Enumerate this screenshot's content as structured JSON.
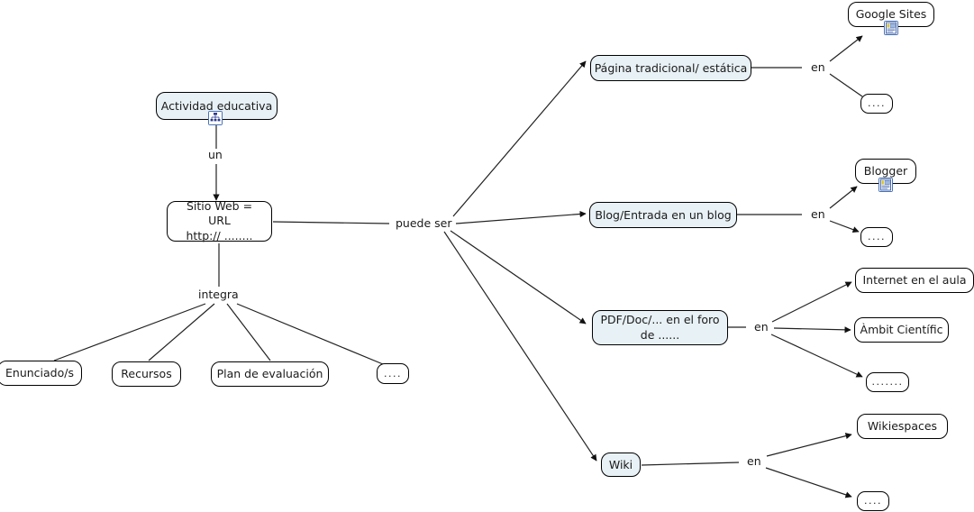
{
  "diagram": {
    "title": "Actividad educativa - Sitio Web concept map",
    "colors": {
      "node_fill_white": "#ffffff",
      "node_fill_blue": "#e8f1f5",
      "node_border": "#000000",
      "edge": "#1a1a1a",
      "icon_border": "#4a74b8",
      "background": "#ffffff"
    },
    "nodes": {
      "actividad_educativa": "Actividad educativa",
      "sitio_web": "Sitio Web = URL\nhttp:// ........",
      "sitio_web_line1": "Sitio Web = URL",
      "sitio_web_line2": "http:// ........",
      "enunciados": "Enunciado/s",
      "recursos": "Recursos",
      "plan_evaluacion": "Plan de evaluación",
      "integra_dots": "....",
      "pagina_tradicional": "Página tradicional/ estática",
      "google_sites": "Google Sites",
      "pagina_dots": "....",
      "blog_entrada": "Blog/Entrada en un blog",
      "blogger": "Blogger",
      "blog_dots": "....",
      "pdf_doc": "PDF/Doc/... en el foro de ......",
      "pdf_doc_line1": "PDF/Doc/... en el foro",
      "pdf_doc_line2": "de ......",
      "internet_aula": "Internet en el aula",
      "ambit_cientific": "Àmbit Científic",
      "pdf_dots": ".......",
      "wiki": "Wiki",
      "wikiespaces": "Wikiespaces",
      "wiki_dots": "...."
    },
    "link_labels": {
      "un": "un",
      "integra": "integra",
      "puede_ser": "puede ser",
      "en_pagina": "en",
      "en_blog": "en",
      "en_pdf": "en",
      "en_wiki": "en"
    },
    "icons": {
      "actividad_resource": "concept-map-icon",
      "google_sites_resource": "document-resource-icon",
      "blogger_resource": "document-resource-icon"
    }
  }
}
